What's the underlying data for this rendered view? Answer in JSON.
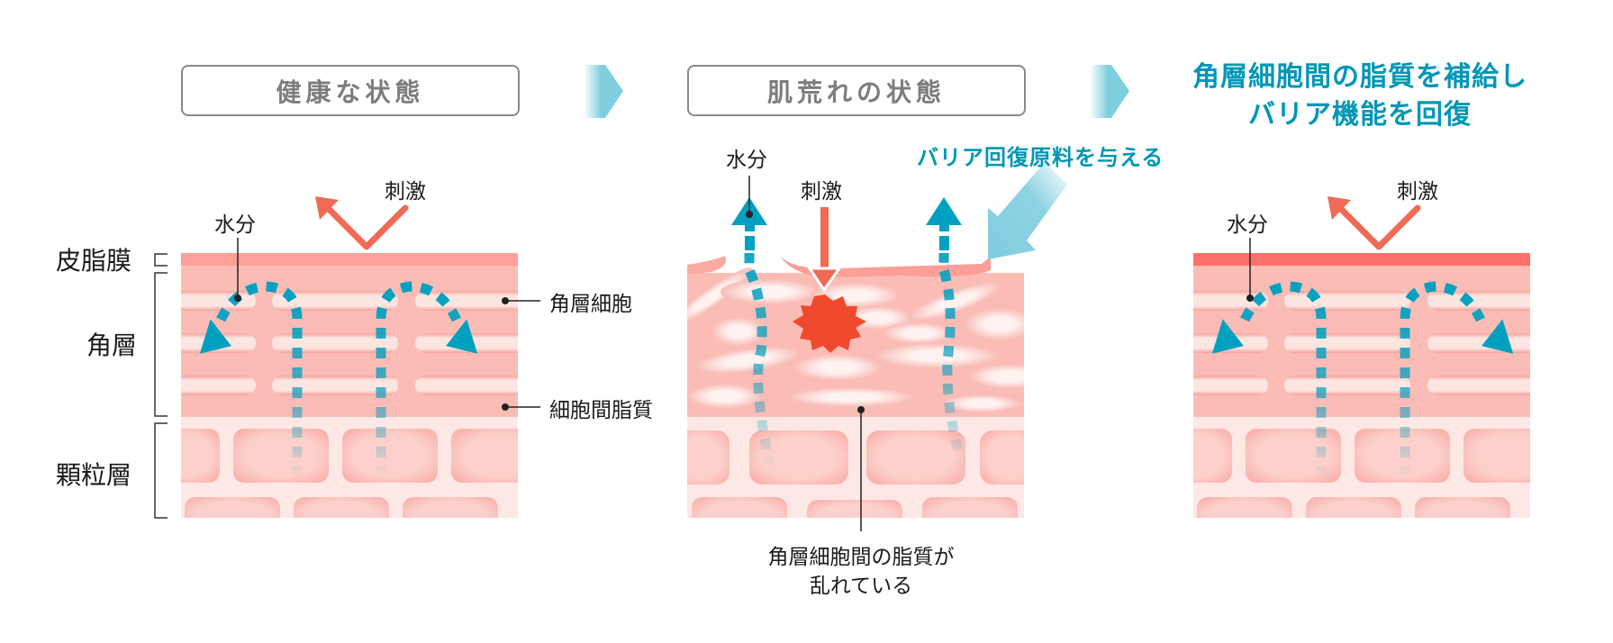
{
  "stages": [
    {
      "title": "健康な状態"
    },
    {
      "title": "肌荒れの状態"
    },
    {
      "title_lines": [
        "角層細胞間の脂質を補給し",
        "バリア機能を回復"
      ]
    }
  ],
  "layer_labels": {
    "sebum_film": "皮脂膜",
    "stratum_corneum": "角層",
    "granular_layer": "顆粒層"
  },
  "annotations": {
    "water": "水分",
    "stimulus": "刺激",
    "corneocyte": "角層細胞",
    "intercellular_lipid": "細胞間脂質",
    "supply_barrier_materials": "バリア回復原料を与える",
    "disordered_lipid_lines": [
      "角層細胞間の脂質が",
      "乱れている"
    ]
  },
  "colors": {
    "accent_teal": "#0096b6",
    "water_arrow": "#00a0c0",
    "stimulus_arrow": "#f06a56",
    "irritation_burst": "#ef4a2e",
    "sebum_healthy": "#ff9f99",
    "sebum_recovered": "#ff7068",
    "corneum": "#fcbcb6",
    "corneocyte": "#fde6e2",
    "granular_bg": "#fde8e6",
    "granular_cell": "#fcc4c0",
    "chevron": "#7fcfdf"
  }
}
